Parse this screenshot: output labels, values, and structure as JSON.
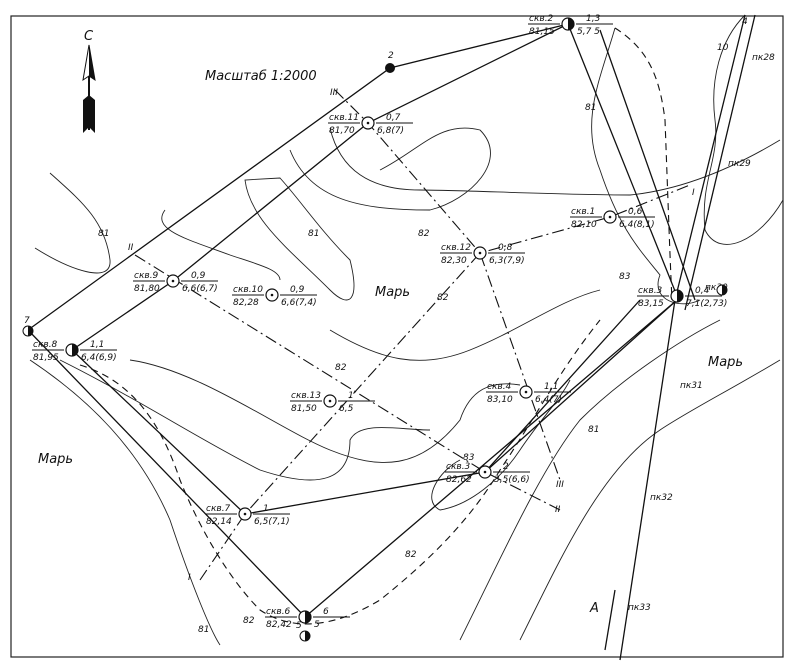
{
  "title": "Масштаб 1:2000",
  "north_label": "С",
  "marsh_labels": [
    "Марь",
    "Марь",
    "Марь"
  ],
  "boreholes": [
    {
      "name": "скв.1",
      "elev": "82,10",
      "top": "0,6",
      "bottom": "6,4(8,1)",
      "type": "open"
    },
    {
      "name": "скв.2",
      "elev": "81,15",
      "top": "1,3",
      "bottom": "5,7 5",
      "type": "filled"
    },
    {
      "name": "скв.3",
      "elev": "83,15",
      "top": "0,4",
      "bottom": "7,1(2,73)",
      "type": "filled"
    },
    {
      "name": "скв.4",
      "elev": "83,10",
      "top": "1,1",
      "bottom": "6,4(7)",
      "type": "open"
    },
    {
      "name": "скв.3",
      "elev": "82,62",
      "top": "2",
      "bottom": "3,5(6,6)",
      "type": "open"
    },
    {
      "name": "скв.6",
      "elev": "82,42",
      "top": "6",
      "bottom": "5",
      "type": "filled"
    },
    {
      "name": "скв.7",
      "elev": "82,14",
      "top": "1",
      "bottom": "6,5(7,1)",
      "type": "open"
    },
    {
      "name": "скв.8",
      "elev": "81,95",
      "top": "1,1",
      "bottom": "6,4(6,9)",
      "type": "filled"
    },
    {
      "name": "скв.9",
      "elev": "81,80",
      "top": "0,9",
      "bottom": "6,6(6,7)",
      "type": "open"
    },
    {
      "name": "скв.10",
      "elev": "82,28",
      "top": "0,9",
      "bottom": "6,6(7,4)",
      "type": "open"
    },
    {
      "name": "скв.11",
      "elev": "81,70",
      "top": "0,7",
      "bottom": "6,8(7)",
      "type": "open"
    },
    {
      "name": "скв.12",
      "elev": "82,30",
      "top": "0,8",
      "bottom": "6,3(7,9)",
      "type": "open"
    },
    {
      "name": "скв.13",
      "elev": "81,50",
      "top": "1",
      "bottom": "6,5",
      "type": "open"
    }
  ],
  "contour_labels": [
    "81",
    "81",
    "81",
    "81",
    "82",
    "82",
    "82",
    "82",
    "82",
    "83",
    "83",
    "10",
    "81"
  ],
  "pickets": [
    "пк28",
    "пк29",
    "пк30",
    "пк31",
    "пк32",
    "пк33"
  ],
  "line_label": "А",
  "section_labels": [
    "I",
    "I",
    "II",
    "II",
    "III",
    "III"
  ],
  "point_numbers": [
    "2",
    "7",
    "4",
    "5"
  ]
}
